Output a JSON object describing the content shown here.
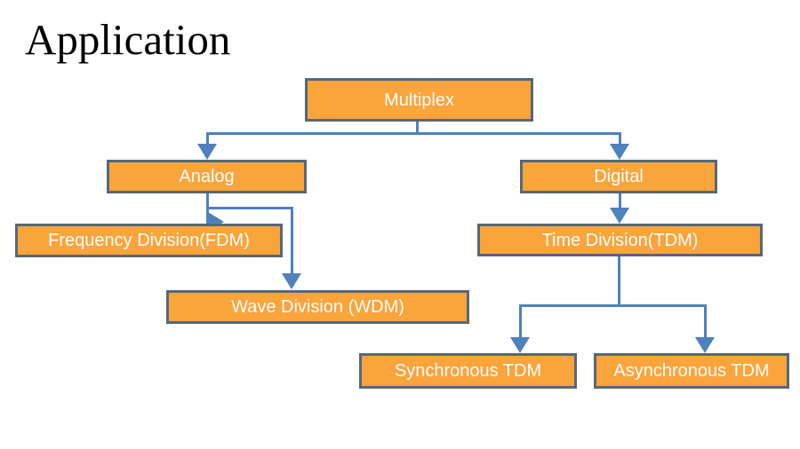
{
  "title": "Application",
  "colors": {
    "background": "#FFFFFF",
    "title_text": "#000000",
    "box_fill": "#FAA43C",
    "box_border": "#54687C",
    "connector": "#4E81BD",
    "label_text": "#FDFDFD"
  },
  "nodes": [
    {
      "id": "multiplex",
      "label": "Multiplex"
    },
    {
      "id": "analog",
      "label": "Analog"
    },
    {
      "id": "digital",
      "label": "Digital"
    },
    {
      "id": "fdm",
      "label": "Frequency Division(FDM)"
    },
    {
      "id": "tdm",
      "label": "Time Division(TDM)"
    },
    {
      "id": "wdm",
      "label": "Wave Division (WDM)"
    },
    {
      "id": "sync",
      "label": "Synchronous TDM"
    },
    {
      "id": "async",
      "label": "Asynchronous TDM"
    }
  ],
  "edges": [
    {
      "from": "Multiplex",
      "to": "Analog"
    },
    {
      "from": "Multiplex",
      "to": "Digital"
    },
    {
      "from": "Analog",
      "to": "Frequency Division(FDM)"
    },
    {
      "from": "Analog",
      "to": "Wave Division (WDM)"
    },
    {
      "from": "Digital",
      "to": "Time Division(TDM)"
    },
    {
      "from": "Time Division(TDM)",
      "to": "Synchronous TDM"
    },
    {
      "from": "Time Division(TDM)",
      "to": "Asynchronous TDM"
    }
  ]
}
